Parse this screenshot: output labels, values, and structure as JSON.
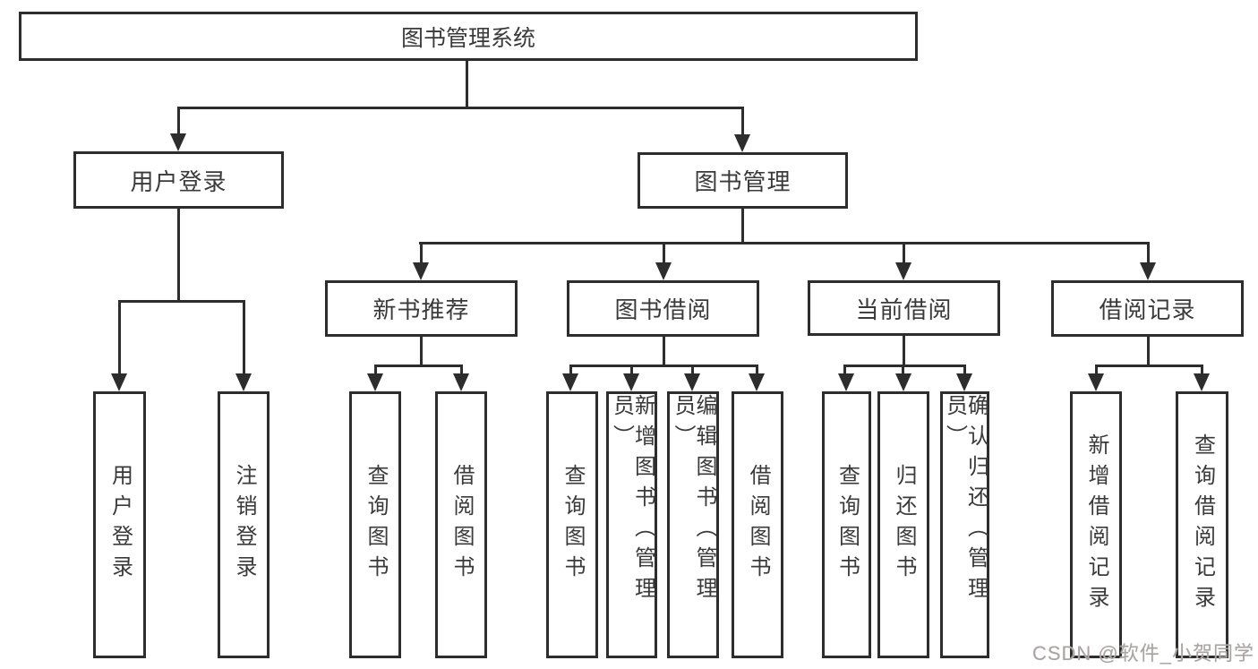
{
  "tree": {
    "label": "图书管理系统",
    "children": [
      {
        "label": "用户登录",
        "children": [
          {
            "label": "用户登录"
          },
          {
            "label": "注销登录"
          }
        ]
      },
      {
        "label": "图书管理",
        "children": [
          {
            "label": "新书推荐",
            "children": [
              {
                "label": "查询图书"
              },
              {
                "label": "借阅图书"
              }
            ]
          },
          {
            "label": "图书借阅",
            "children": [
              {
                "label": "查询图书"
              },
              {
                "label": "新增图书（管理员）"
              },
              {
                "label": "编辑图书（管理员）"
              },
              {
                "label": "借阅图书"
              }
            ]
          },
          {
            "label": "当前借阅",
            "children": [
              {
                "label": "查询图书"
              },
              {
                "label": "归还图书"
              },
              {
                "label": "确认归还（管理员）"
              }
            ]
          },
          {
            "label": "借阅记录",
            "children": [
              {
                "label": "新增借阅记录"
              },
              {
                "label": "查询借阅记录"
              }
            ]
          }
        ]
      }
    ]
  },
  "watermark": {
    "text": "CSDN @软件_小贺同学"
  },
  "colors": {
    "line": "#2d2d2d",
    "text": "#3a3a3a",
    "background": "#ffffff",
    "watermark": "#a6a6a6"
  }
}
